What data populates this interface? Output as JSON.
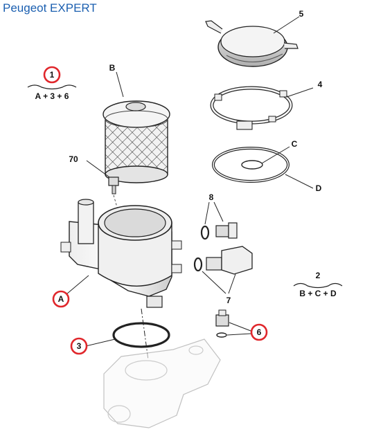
{
  "header": {
    "title": "Peugeot EXPERT"
  },
  "callouts": {
    "one": "1",
    "two": "2",
    "three": "3",
    "four": "4",
    "five": "5",
    "six": "6",
    "seven": "7",
    "eight": "8",
    "seventy": "70",
    "A": "A",
    "B": "B",
    "C": "C",
    "D": "D"
  },
  "formulas": {
    "set1": "A + 3 + 6",
    "set2": "B + C + D"
  },
  "colors": {
    "title": "#1b5fb0",
    "highlight_circle": "#e0262b",
    "ink": "#222222"
  }
}
